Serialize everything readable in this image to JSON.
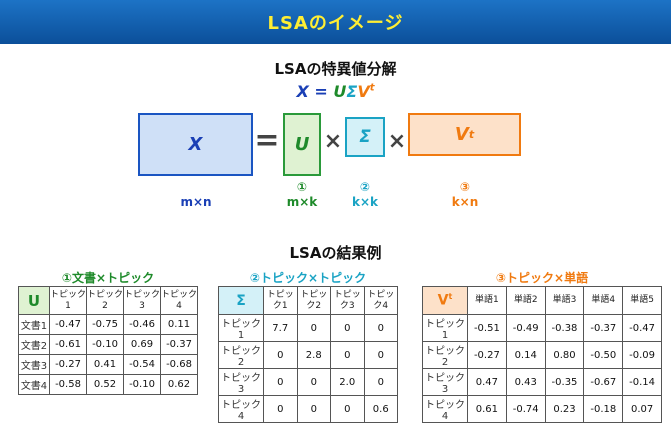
{
  "banner": {
    "title": "LSAのイメージ"
  },
  "decomp": {
    "title": "LSAの特異値分解",
    "formula": {
      "x": "X",
      "eq": " = ",
      "u": "U",
      "sigma": "Σ",
      "v": "V",
      "t": "t"
    },
    "matrices": {
      "x": {
        "label": "X",
        "dim": "m×n"
      },
      "u": {
        "label": "U",
        "num": "①",
        "dim": "m×k"
      },
      "sigma": {
        "label": "Σ",
        "num": "②",
        "dim": "k×k"
      },
      "v": {
        "label": "V",
        "sup": "t",
        "num": "③",
        "dim": "k×n"
      }
    },
    "ops": {
      "eq": "=",
      "times": "×"
    }
  },
  "results": {
    "title": "LSAの結果例",
    "table1": {
      "title": "①文書×トピック",
      "corner": "U",
      "cols": [
        "トピック1",
        "トピック2",
        "トピック3",
        "トピック4"
      ],
      "rows": [
        {
          "label": "文書1",
          "values": [
            "-0.47",
            "-0.75",
            "-0.46",
            "0.11"
          ]
        },
        {
          "label": "文書2",
          "values": [
            "-0.61",
            "-0.10",
            "0.69",
            "-0.37"
          ]
        },
        {
          "label": "文書3",
          "values": [
            "-0.27",
            "0.41",
            "-0.54",
            "-0.68"
          ]
        },
        {
          "label": "文書4",
          "values": [
            "-0.58",
            "0.52",
            "-0.10",
            "0.62"
          ]
        }
      ]
    },
    "table2": {
      "title": "②トピック×トピック",
      "corner": "Σ",
      "cols": [
        "トピック1",
        "トピック2",
        "トピック3",
        "トピック4"
      ],
      "rows": [
        {
          "label": "トピック1",
          "values": [
            "7.7",
            "0",
            "0",
            "0"
          ]
        },
        {
          "label": "トピック2",
          "values": [
            "0",
            "2.8",
            "0",
            "0"
          ]
        },
        {
          "label": "トピック3",
          "values": [
            "0",
            "0",
            "2.0",
            "0"
          ]
        },
        {
          "label": "トピック4",
          "values": [
            "0",
            "0",
            "0",
            "0.6"
          ]
        }
      ]
    },
    "table3": {
      "title": "③トピック×単語",
      "corner": "V",
      "corner_sup": "t",
      "cols": [
        "単語1",
        "単語2",
        "単語3",
        "単語4",
        "単語5"
      ],
      "rows": [
        {
          "label": "トピック1",
          "values": [
            "-0.51",
            "-0.49",
            "-0.38",
            "-0.37",
            "-0.47"
          ]
        },
        {
          "label": "トピック2",
          "values": [
            "-0.27",
            "0.14",
            "0.80",
            "-0.50",
            "-0.09"
          ]
        },
        {
          "label": "トピック3",
          "values": [
            "0.47",
            "0.43",
            "-0.35",
            "-0.67",
            "-0.14"
          ]
        },
        {
          "label": "トピック4",
          "values": [
            "0.61",
            "-0.74",
            "0.23",
            "-0.18",
            "0.07"
          ]
        }
      ]
    }
  },
  "colors": {
    "x": "#1a3fb5",
    "u": "#1e8a2a",
    "sigma": "#1aa3c4",
    "v": "#f07a10"
  }
}
